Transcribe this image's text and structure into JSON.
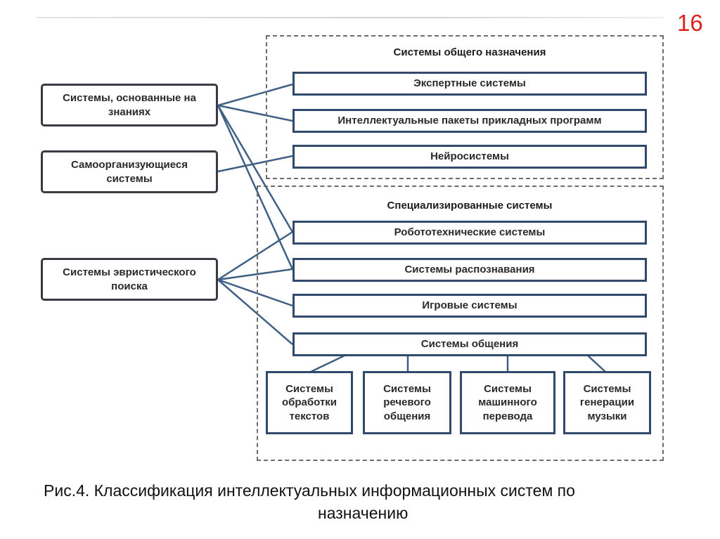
{
  "slide_number": "16",
  "general_group": {
    "title": "Системы общего назначения",
    "items": [
      "Экспертные системы",
      "Интеллектуальные пакеты прикладных программ",
      "Нейросистемы"
    ]
  },
  "special_group": {
    "title": "Специализированные системы",
    "items": [
      "Робототехнические системы",
      "Системы распознавания",
      "Игровые системы",
      "Системы общения"
    ],
    "subitems": [
      "Системы обработки текстов",
      "Системы речевого общения",
      "Системы машинного перевода",
      "Системы генерации музыки"
    ]
  },
  "left_boxes": [
    "Системы, основанные на знаниях",
    "Самоорганизующиеся системы",
    "Системы эвристического поиска"
  ],
  "caption": {
    "line1": "Рис.4. Классификация интеллектуальных информационных систем по",
    "line2": "назначению"
  },
  "colors": {
    "connector": "#3f5f84",
    "slide_number": "#e0201c",
    "box_border": "#2f4a6b"
  }
}
